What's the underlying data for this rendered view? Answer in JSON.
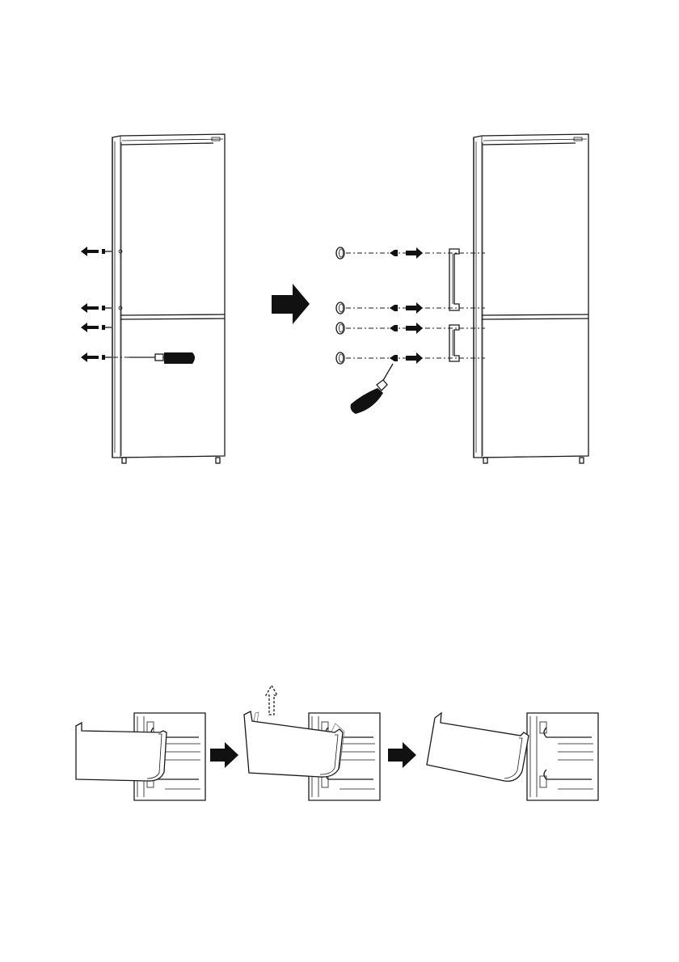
{
  "figures": {
    "handle_replacement": {
      "left_fridge": "fridge-with-screws-being-removed",
      "right_fridge": "fridge-with-handles-being-fitted",
      "transition": "arrow-right-icon",
      "tool": "screwdriver-icon"
    },
    "drawer_removal": {
      "steps": 3,
      "lift_arrow": "arrow-up-outline-icon",
      "transition": "arrow-right-icon"
    }
  },
  "colors": {
    "ink": "#1a1a1a",
    "fill": "#111111",
    "background": "#ffffff"
  }
}
